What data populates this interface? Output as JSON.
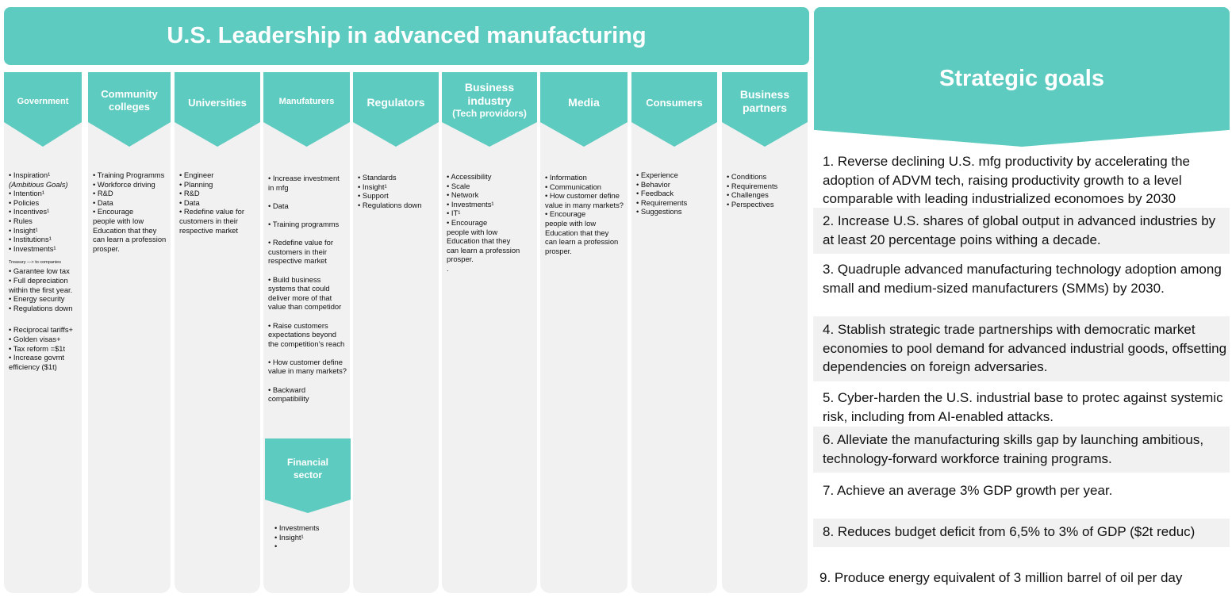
{
  "title": "U.S. Leadership in advanced manufacturing",
  "columns": [
    {
      "header": "Government",
      "items": [
        "• Inspiration¹",
        "(Ambitious Goals)",
        "• Intention¹",
        "• Policies",
        "• Incentives¹",
        "• Rules",
        "• Insight¹",
        "• Institutions¹",
        "• Investments¹",
        "Treasury —> to companies",
        "• Garantee low tax",
        "• Full depreciation",
        "within the first year.",
        "• Energy security",
        "• Regulations down",
        "• Reciprocal tariffs+",
        "• Golden visas+",
        "• Tax reform =$1t",
        "• Increase govmt",
        "efficiency ($1t)"
      ]
    },
    {
      "header": "Community colleges",
      "items": [
        "• Training Programms",
        "• Workforce driving",
        "• R&D",
        "• Data",
        "• Encourage",
        "people with low",
        "Education that they",
        "can learn a profession",
        "prosper."
      ]
    },
    {
      "header": "Universities",
      "items": [
        "• Engineer",
        "• Planning",
        "• R&D",
        "• Data",
        "• Redefine value for",
        "customers in their",
        "respective market"
      ]
    },
    {
      "header": "Manufaturers",
      "items": [
        "• Increase investment",
        "in mfg",
        "• Data",
        "• Training programms",
        "• Redefine value for",
        "customers in their",
        "respective market",
        "• Build business",
        "systems that could",
        "deliver more of that",
        "value than competidor",
        "• Raise customers",
        "expectations beyond",
        "the competition’s reach",
        "• How customer define",
        "value in many markets?",
        "• Backward compatibility"
      ]
    },
    {
      "header": "Regulators",
      "items": [
        "• Standards",
        "• Insight¹",
        "• Support",
        "• Regulations down"
      ]
    },
    {
      "header": "Business industry",
      "subheader": "(Tech providors)",
      "items": [
        "• Accessibility",
        "• Scale",
        "• Network",
        "• Investments¹",
        "• IT¹",
        "• Encourage",
        "people with low",
        "Education that they",
        "can learn a profession",
        "prosper.",
        "."
      ]
    },
    {
      "header": "Media",
      "items": [
        "• Information",
        "• Communication",
        "• How customer define",
        "value in many markets?",
        "• Encourage",
        "people with low",
        "Education that they",
        "can learn a profession",
        "prosper."
      ]
    },
    {
      "header": "Consumers",
      "items": [
        "• Experience",
        "• Behavior",
        "• Feedback",
        "• Requirements",
        "• Suggestions"
      ]
    },
    {
      "header": "Business partners",
      "items": [
        "• Conditions",
        "• Requirements",
        "• Challenges",
        "• Perspectives"
      ]
    }
  ],
  "financial_sector": {
    "header": "Financial sector",
    "items": [
      "• Investments",
      "• Insight¹",
      "•"
    ]
  },
  "strategic_goals": {
    "title": "Strategic goals",
    "goals": [
      "1. Reverse declining U.S. mfg productivity by accelerating the adoption of ADVM tech, raising productivity growth to a level comparable with leading industrialized economoes by 2030",
      "2. Increase U.S. shares of global output in advanced industries by at least 20 percentage poins withing a decade.",
      "3. Quadruple advanced manufacturing technology adoption among small and medium-sized manufacturers (SMMs) by 2030.",
      "4. Stablish strategic trade partnerships with democratic market economies to pool demand for advanced industrial goods, offsetting dependencies on foreign adversaries.",
      "5. Cyber-harden the U.S. industrial base to protec against systemic risk, including from AI-enabled attacks.",
      "6. Alleviate the manufacturing skills gap by launching ambitious, technology-forward workforce training programs.",
      "7. Achieve an average 3% GDP growth per year.",
      "8. Reduces budget deficit from 6,5% to 3% of GDP ($2t reduc)",
      "9. Produce energy equivalent of 3 million barrel of oil per day"
    ]
  },
  "colors": {
    "accent": "#5ecbc0",
    "panel": "#f1f1f1",
    "text": "#111111"
  }
}
